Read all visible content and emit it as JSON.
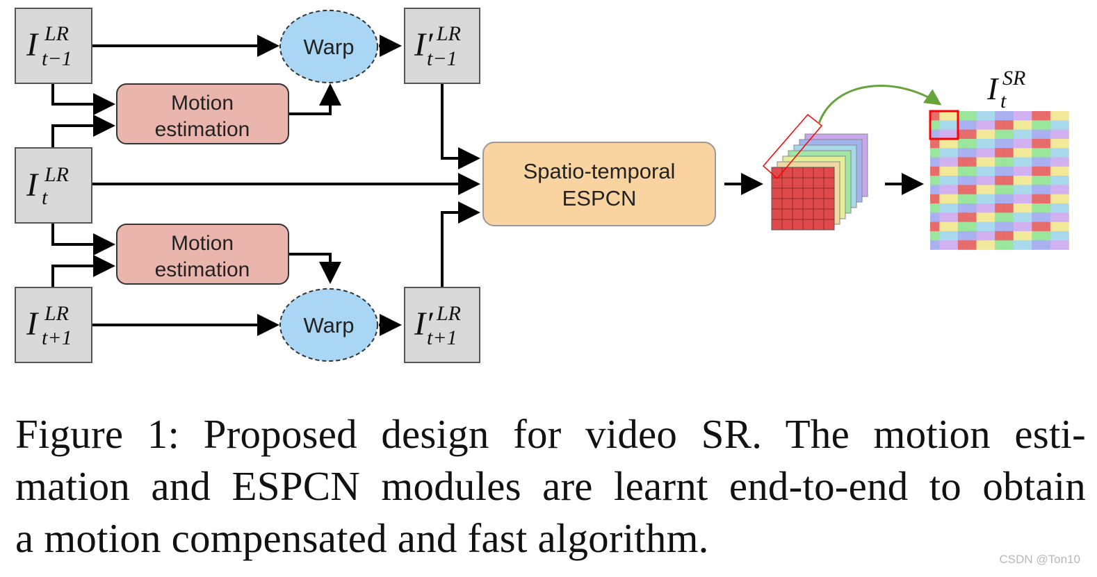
{
  "diagram": {
    "inputs": {
      "prev": {
        "base": "I",
        "sup": "LR",
        "sub": "t−1"
      },
      "curr": {
        "base": "I",
        "sup": "LR",
        "sub": "t"
      },
      "next": {
        "base": "I",
        "sup": "LR",
        "sub": "t+1"
      }
    },
    "warped": {
      "prev": {
        "base": "I′",
        "sup": "LR",
        "sub": "t−1"
      },
      "next": {
        "base": "I′",
        "sup": "LR",
        "sub": "t+1"
      }
    },
    "warp_label": "Warp",
    "motion_label_line1": "Motion",
    "motion_label_line2": "estimation",
    "espcn_line1": "Spatio-temporal",
    "espcn_line2": "ESPCN",
    "output": {
      "base": "I",
      "sup": "SR",
      "sub": "t"
    },
    "colors": {
      "frame_fill": "#d9d9d9",
      "frame_stroke": "#555555",
      "warp_fill": "#a9d6f5",
      "motion_fill": "#eab5ad",
      "espcn_fill": "#fad4a0",
      "arrow_green": "#66a33a",
      "highlight_red": "#ff0000",
      "feature_red": "#df4a4a",
      "layer_colors": [
        "#f0d9a0",
        "#e6ee9a",
        "#9fe6a4",
        "#a7d8e8",
        "#a2b4f0",
        "#c7a6ec"
      ],
      "pixel_colors": [
        "#e45c5c",
        "#f2e78f",
        "#8fe391",
        "#9ed5ea",
        "#a0a8ee",
        "#cda8f0"
      ]
    }
  },
  "caption": {
    "line1": "Figure 1: Proposed design for video SR. The motion esti-",
    "line2": "mation and ESPCN modules are learnt end-to-end to obtain",
    "line3": "a motion compensated and fast algorithm."
  },
  "watermark": "CSDN @Ton10"
}
